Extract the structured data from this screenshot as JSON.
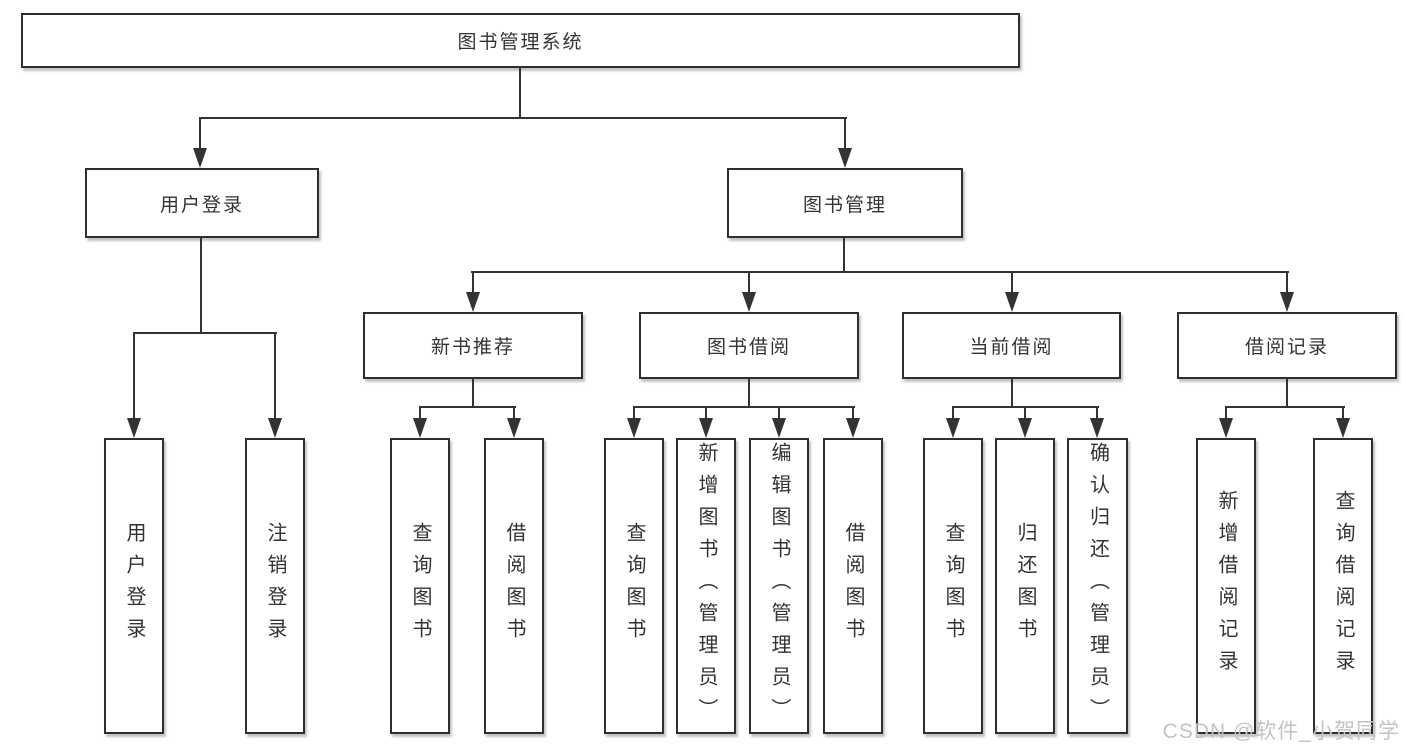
{
  "diagram": {
    "title": "图书管理系统",
    "colors": {
      "line": "#333333",
      "text": "#333333",
      "box_background": "#ffffff",
      "watermark": "#c3c3c3"
    },
    "nodes": {
      "root": "图书管理系统",
      "user_login": "用户登录",
      "book_mgmt": "图书管理",
      "new_book_rec": "新书推荐",
      "book_borrowing": "图书借阅",
      "current_borrowing": "当前借阅",
      "borrowing_records": "借阅记录",
      "leaf_user_login": "用户登录",
      "leaf_logout": "注销登录",
      "leaf_query_books_1": "查询图书",
      "leaf_borrow_books_1": "借阅图书",
      "leaf_query_books_2": "查询图书",
      "leaf_add_books": "新增图书（管理员）",
      "leaf_edit_books": "编辑图书（管理员）",
      "leaf_borrow_books_2": "借阅图书",
      "leaf_query_books_3": "查询图书",
      "leaf_return_books": "归还图书",
      "leaf_confirm_return": "确认归还（管理员）",
      "leaf_add_borrow_record": "新增借阅记录",
      "leaf_query_borrow_record": "查询借阅记录"
    },
    "structure": [
      {
        "node": "图书管理系统",
        "children": [
          {
            "node": "用户登录",
            "children": [
              "用户登录",
              "注销登录"
            ]
          },
          {
            "node": "图书管理",
            "children": [
              {
                "node": "新书推荐",
                "children": [
                  "查询图书",
                  "借阅图书"
                ]
              },
              {
                "node": "图书借阅",
                "children": [
                  "查询图书",
                  "新增图书（管理员）",
                  "编辑图书（管理员）",
                  "借阅图书"
                ]
              },
              {
                "node": "当前借阅",
                "children": [
                  "查询图书",
                  "归还图书",
                  "确认归还（管理员）"
                ]
              },
              {
                "node": "借阅记录",
                "children": [
                  "新增借阅记录",
                  "查询借阅记录"
                ]
              }
            ]
          }
        ]
      }
    ],
    "watermark": "CSDN @软件_小贺同学"
  }
}
